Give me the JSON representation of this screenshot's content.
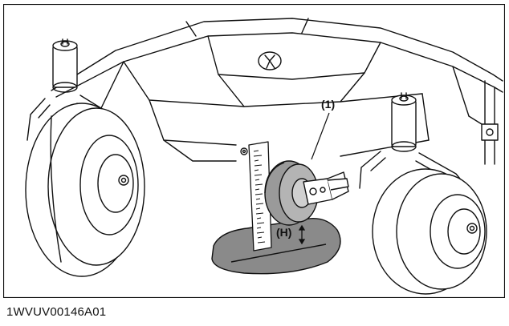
{
  "figure": {
    "callout_1": "(1)",
    "callout_h": "(H)"
  },
  "caption": "1WVUV00146A01",
  "colors": {
    "ink": "#111111",
    "ground": "#8a8a8a",
    "gauge_roller": "#9a9a9a"
  }
}
